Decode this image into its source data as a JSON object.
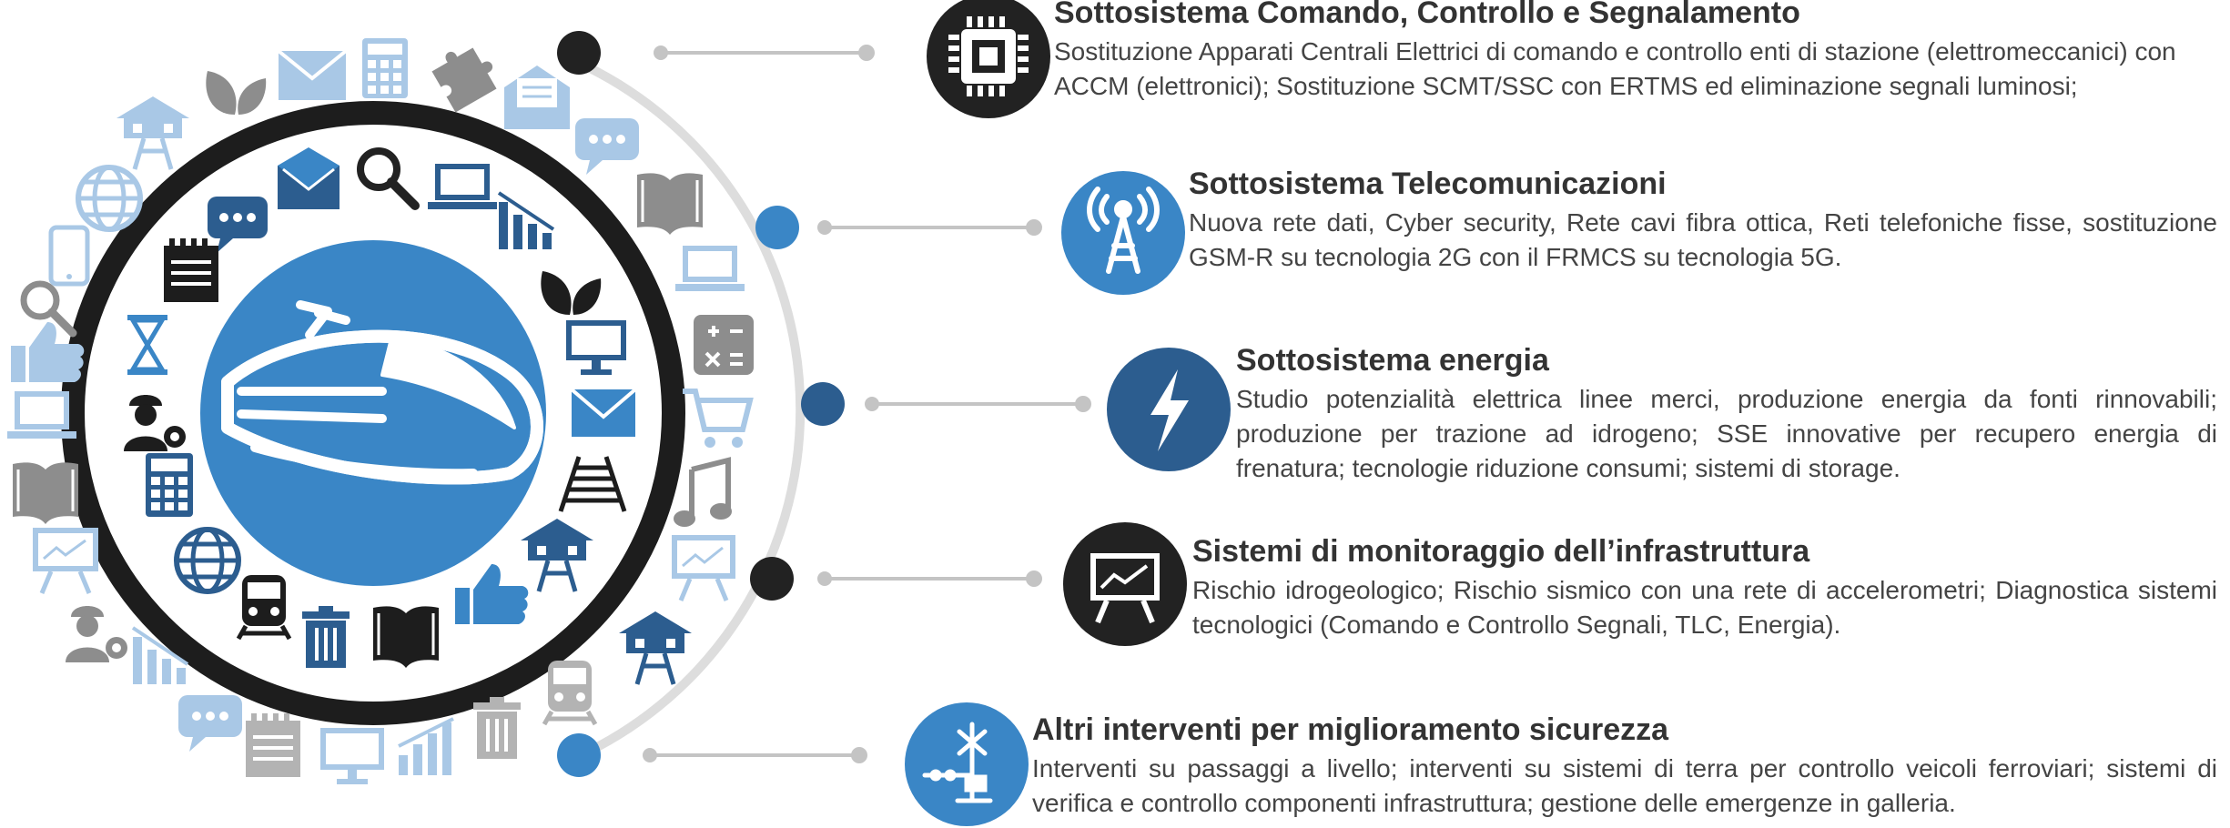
{
  "sections": [
    {
      "title": "Sottosistema Comando, Controllo e Segnalamento",
      "description": "Sostituzione Apparati Centrali Elettrici di comando e controllo enti di stazione (elettromeccanici) con ACCM (elettronici); Sostituzione SCMT/SSC con ERTMS ed eliminazione segnali luminosi;",
      "icon": "chip-icon",
      "color": "#222222"
    },
    {
      "title": "Sottosistema Telecomunicazioni",
      "description": "Nuova rete dati, Cyber security, Rete cavi fibra ottica, Reti telefoniche fisse, sostituzione GSM-R su tecnologia 2G con il FRMCS su tecnologia 5G.",
      "icon": "antenna-icon",
      "color": "#3a86c6"
    },
    {
      "title": "Sottosistema energia",
      "description": "Studio potenzialità elettrica linee merci, produzione energia da fonti rinnovabili; produzione per trazione ad idrogeno; SSE innovative per recupero energia di frenatura; tecnologie riduzione consumi; sistemi di storage.",
      "icon": "lightning-icon",
      "color": "#2c5d8f"
    },
    {
      "title": "Sistemi di monitoraggio dell’infrastruttura",
      "description": "Rischio idrogeologico; Rischio sismico con una rete di accelerometri; Diagnostica sistemi tecnologici (Comando e Controllo Segnali, TLC, Energia).",
      "icon": "presentation-board-icon",
      "color": "#222222"
    },
    {
      "title": "Altri interventi per miglioramento sicurezza",
      "description": "Interventi su passaggi a livello; interventi su sistemi di terra per controllo veicoli ferroviari; sistemi di verifica e controllo componenti infrastruttura; gestione delle emergenze in galleria.",
      "icon": "level-crossing-icon",
      "color": "#3a86c6"
    }
  ],
  "center": {
    "icon": "high-speed-train-icon",
    "color": "#3a86c6"
  },
  "colors": {
    "dark": "#222222",
    "blue": "#3a86c6",
    "navy": "#2c5d8f",
    "lightblue": "#a9c8e6",
    "gray": "#b3b3b3",
    "connector": "#c4c4c4"
  }
}
